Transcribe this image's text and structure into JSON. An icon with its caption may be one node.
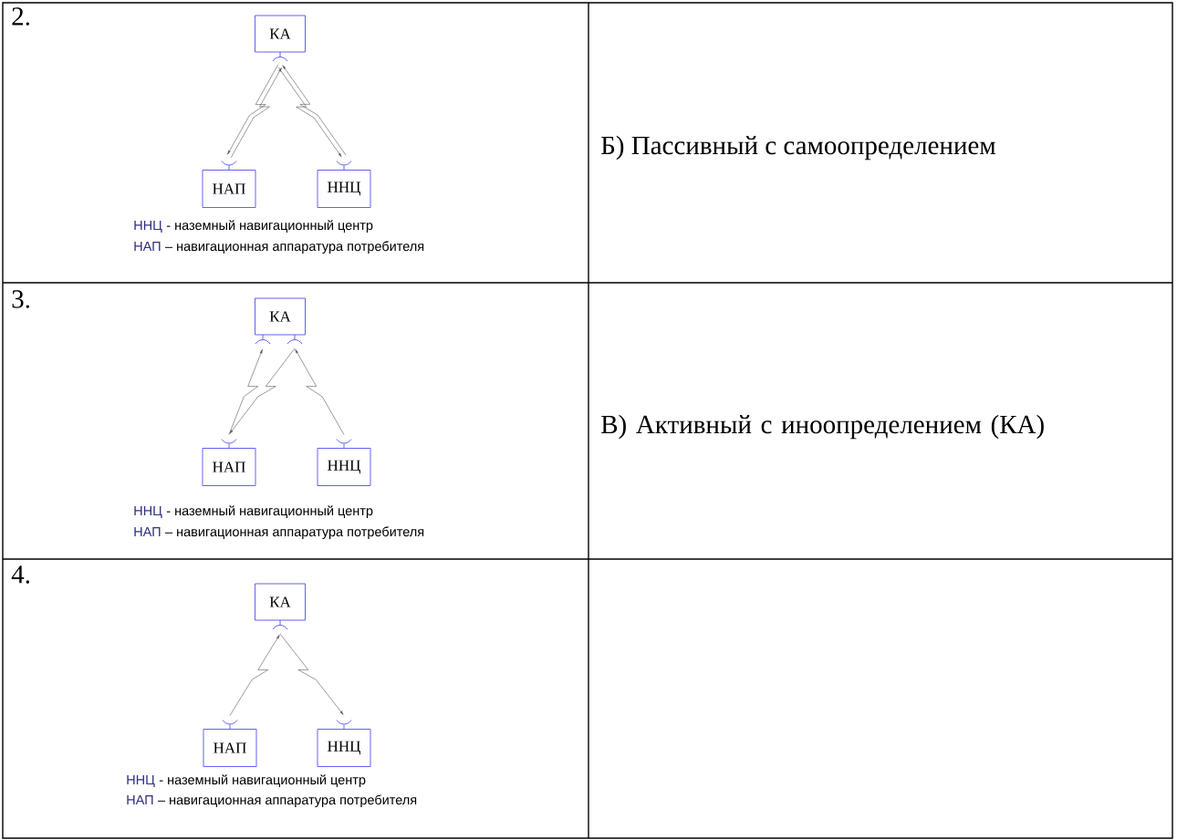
{
  "diagram": {
    "nodes": [
      {
        "text": [
          "КА"
        ]
      },
      {
        "text": [
          "НАП"
        ]
      },
      {
        "text": [
          "ННЦ"
        ]
      },
      {
        "text": [
          "КА"
        ]
      },
      {
        "text": [
          "НАП"
        ]
      },
      {
        "text": [
          "ННЦ"
        ]
      },
      {
        "text": [
          "КА"
        ]
      },
      {
        "text": [
          "НАП"
        ]
      },
      {
        "text": [
          "ННЦ"
        ]
      }
    ],
    "edges": [
      {
        "from": 0,
        "to": 1,
        "arrow": "to"
      },
      {
        "from": 1,
        "to": 0,
        "arrow": "to"
      },
      {
        "from": 0,
        "to": 2,
        "arrow": "to"
      },
      {
        "from": 2,
        "to": 0,
        "arrow": "to"
      },
      {
        "from": 4,
        "to": 3,
        "arrow": "to"
      },
      {
        "from": 3,
        "to": 4,
        "arrow": "to"
      },
      {
        "from": 5,
        "to": 3,
        "arrow": "to"
      },
      {
        "from": 7,
        "to": 6,
        "arrow": "to"
      },
      {
        "from": 6,
        "to": 8,
        "arrow": "to"
      }
    ],
    "labels": [
      "2.",
      "ННЦ",
      "- наземный навигационный центр",
      "НАП",
      "– навигационная аппаратура потребителя",
      "Б) Пассивный с самоопределением",
      "3.",
      "ННЦ",
      "- наземный навигационный центр",
      "НАП",
      "– навигационная аппаратура потребителя",
      "В) Активный с иноопределением (КА)",
      "4.",
      "ННЦ",
      "- наземный навигационный центр",
      "НАП",
      "– навигационная аппаратура потребителя"
    ]
  }
}
